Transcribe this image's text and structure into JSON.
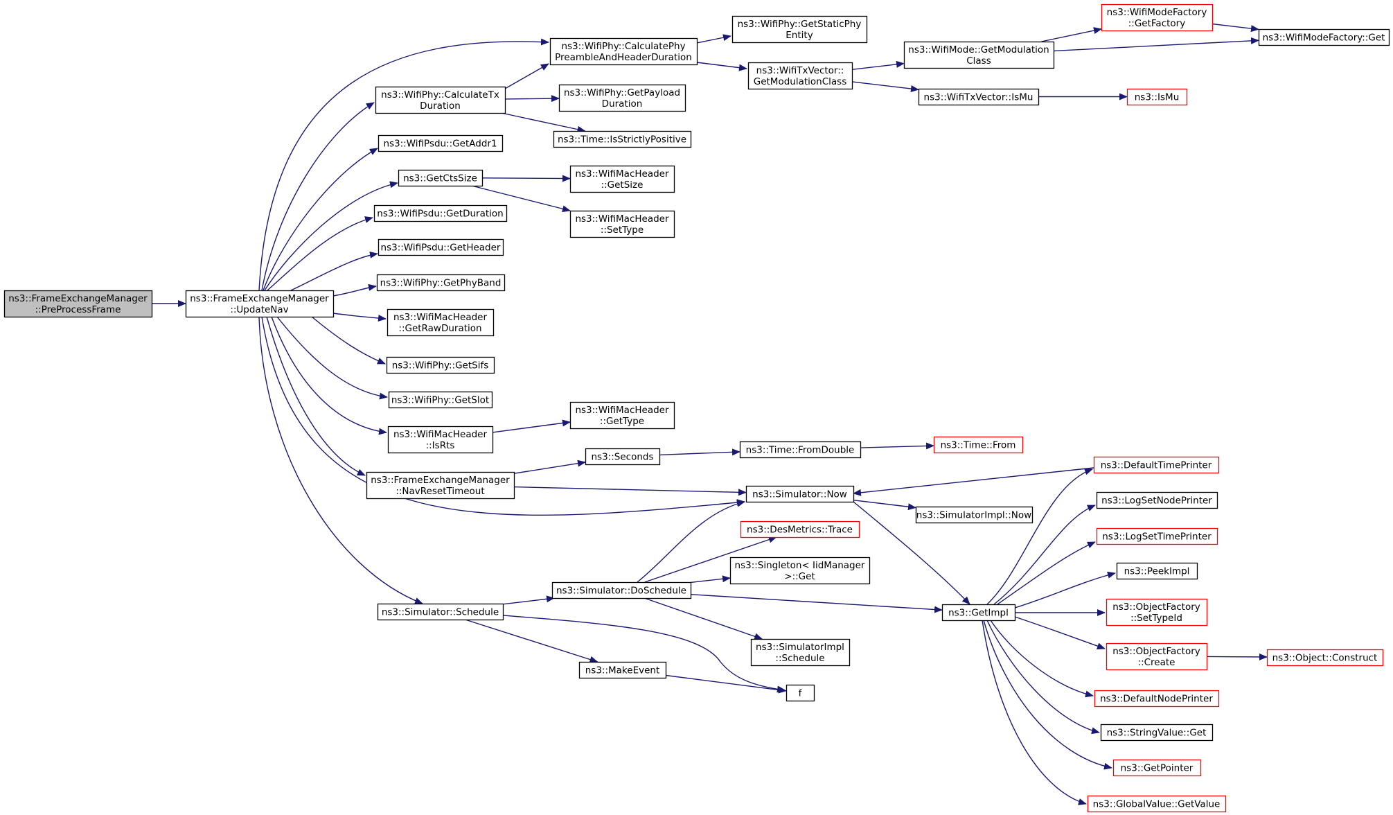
{
  "colors": {
    "edge": "#191970",
    "node_border": "#000000",
    "node_border_truncated": "#ff0000",
    "root_fill": "#bfbfbf",
    "node_fill": "#ffffff",
    "text": "#000000"
  },
  "nodes": [
    {
      "id": "preprocess",
      "lines": [
        "ns3::FrameExchangeManager",
        "::PreProcessFrame"
      ],
      "style": "root"
    },
    {
      "id": "updatenav",
      "lines": [
        "ns3::FrameExchangeManager",
        "::UpdateNav"
      ],
      "style": "normal"
    },
    {
      "id": "calcphy",
      "lines": [
        "ns3::WifiPhy::CalculatePhy",
        "PreambleAndHeaderDuration"
      ],
      "style": "normal"
    },
    {
      "id": "calctx",
      "lines": [
        "ns3::WifiPhy::CalculateTx",
        "Duration"
      ],
      "style": "normal"
    },
    {
      "id": "addr1",
      "lines": [
        "ns3::WifiPsdu::GetAddr1"
      ],
      "style": "normal"
    },
    {
      "id": "ctssize",
      "lines": [
        "ns3::GetCtsSize"
      ],
      "style": "normal"
    },
    {
      "id": "psdudur",
      "lines": [
        "ns3::WifiPsdu::GetDuration"
      ],
      "style": "normal"
    },
    {
      "id": "psduhdr",
      "lines": [
        "ns3::WifiPsdu::GetHeader"
      ],
      "style": "normal"
    },
    {
      "id": "phyband",
      "lines": [
        "ns3::WifiPhy::GetPhyBand"
      ],
      "style": "normal"
    },
    {
      "id": "rawdur",
      "lines": [
        "ns3::WifiMacHeader",
        "::GetRawDuration"
      ],
      "style": "normal"
    },
    {
      "id": "sifs",
      "lines": [
        "ns3::WifiPhy::GetSifs"
      ],
      "style": "normal"
    },
    {
      "id": "slot",
      "lines": [
        "ns3::WifiPhy::GetSlot"
      ],
      "style": "normal"
    },
    {
      "id": "isrts",
      "lines": [
        "ns3::WifiMacHeader",
        "::IsRts"
      ],
      "style": "normal"
    },
    {
      "id": "navreset",
      "lines": [
        "ns3::FrameExchangeManager",
        "::NavResetTimeout"
      ],
      "style": "normal"
    },
    {
      "id": "schedule",
      "lines": [
        "ns3::Simulator::Schedule"
      ],
      "style": "normal"
    },
    {
      "id": "staticphy",
      "lines": [
        "ns3::WifiPhy::GetStaticPhy",
        "Entity"
      ],
      "style": "normal"
    },
    {
      "id": "txvec",
      "lines": [
        "ns3::WifiTxVector::",
        "GetModulationClass"
      ],
      "style": "normal"
    },
    {
      "id": "payload",
      "lines": [
        "ns3::WifiPhy::GetPayload",
        "Duration"
      ],
      "style": "normal"
    },
    {
      "id": "strictpos",
      "lines": [
        "ns3::Time::IsStrictlyPositive"
      ],
      "style": "normal"
    },
    {
      "id": "wmhsize",
      "lines": [
        "ns3::WifiMacHeader",
        "::GetSize"
      ],
      "style": "normal"
    },
    {
      "id": "wmhsettype",
      "lines": [
        "ns3::WifiMacHeader",
        "::SetType"
      ],
      "style": "normal"
    },
    {
      "id": "wmhgettype",
      "lines": [
        "ns3::WifiMacHeader",
        "::GetType"
      ],
      "style": "normal"
    },
    {
      "id": "seconds",
      "lines": [
        "ns3::Seconds"
      ],
      "style": "normal"
    },
    {
      "id": "simnow",
      "lines": [
        "ns3::Simulator::Now"
      ],
      "style": "normal"
    },
    {
      "id": "doschedule",
      "lines": [
        "ns3::Simulator::DoSchedule"
      ],
      "style": "normal"
    },
    {
      "id": "makeevent",
      "lines": [
        "ns3::MakeEvent"
      ],
      "style": "normal"
    },
    {
      "id": "modemod",
      "lines": [
        "ns3::WifiMode::GetModulation",
        "Class"
      ],
      "style": "normal"
    },
    {
      "id": "txvecismu",
      "lines": [
        "ns3::WifiTxVector::IsMu"
      ],
      "style": "normal"
    },
    {
      "id": "fromdouble",
      "lines": [
        "ns3::Time::FromDouble"
      ],
      "style": "normal"
    },
    {
      "id": "simimplnow",
      "lines": [
        "ns3::SimulatorImpl::Now"
      ],
      "style": "normal"
    },
    {
      "id": "desmetrics",
      "lines": [
        "ns3::DesMetrics::Trace"
      ],
      "style": "truncated"
    },
    {
      "id": "singleton",
      "lines": [
        "ns3::Singleton< IidManager",
        " >::Get"
      ],
      "style": "normal"
    },
    {
      "id": "getimpl",
      "lines": [
        "ns3::GetImpl"
      ],
      "style": "normal"
    },
    {
      "id": "simimplsched",
      "lines": [
        "ns3::SimulatorImpl",
        "::Schedule"
      ],
      "style": "normal"
    },
    {
      "id": "f",
      "lines": [
        "f"
      ],
      "style": "normal"
    },
    {
      "id": "modefactory",
      "lines": [
        "ns3::WifiModeFactory",
        "::GetFactory"
      ],
      "style": "truncated"
    },
    {
      "id": "modefactoryget",
      "lines": [
        "ns3::WifiModeFactory::Get"
      ],
      "style": "normal"
    },
    {
      "id": "ismu",
      "lines": [
        "ns3::IsMu"
      ],
      "style": "truncated"
    },
    {
      "id": "timefrom",
      "lines": [
        "ns3::Time::From"
      ],
      "style": "truncated"
    },
    {
      "id": "defaulttimeprinter",
      "lines": [
        "ns3::DefaultTimePrinter"
      ],
      "style": "truncated"
    },
    {
      "id": "logsetnode",
      "lines": [
        "ns3::LogSetNodePrinter"
      ],
      "style": "normal"
    },
    {
      "id": "logsettime",
      "lines": [
        "ns3::LogSetTimePrinter"
      ],
      "style": "truncated"
    },
    {
      "id": "peekimpl",
      "lines": [
        "ns3::PeekImpl"
      ],
      "style": "normal"
    },
    {
      "id": "ofsettypeid",
      "lines": [
        "ns3::ObjectFactory",
        "::SetTypeId"
      ],
      "style": "truncated"
    },
    {
      "id": "ofcreate",
      "lines": [
        "ns3::ObjectFactory",
        "::Create"
      ],
      "style": "truncated"
    },
    {
      "id": "objconstruct",
      "lines": [
        "ns3::Object::Construct"
      ],
      "style": "truncated"
    },
    {
      "id": "defaultnodeprinter",
      "lines": [
        "ns3::DefaultNodePrinter"
      ],
      "style": "truncated"
    },
    {
      "id": "stringvalueget",
      "lines": [
        "ns3::StringValue::Get"
      ],
      "style": "normal"
    },
    {
      "id": "getpointer",
      "lines": [
        "ns3::GetPointer"
      ],
      "style": "truncated"
    },
    {
      "id": "globalvalueget",
      "lines": [
        "ns3::GlobalValue::GetValue"
      ],
      "style": "truncated"
    }
  ],
  "edges": [
    [
      "preprocess",
      "updatenav"
    ],
    [
      "updatenav",
      "calcphy"
    ],
    [
      "updatenav",
      "calctx"
    ],
    [
      "updatenav",
      "addr1"
    ],
    [
      "updatenav",
      "ctssize"
    ],
    [
      "updatenav",
      "psdudur"
    ],
    [
      "updatenav",
      "psduhdr"
    ],
    [
      "updatenav",
      "phyband"
    ],
    [
      "updatenav",
      "rawdur"
    ],
    [
      "updatenav",
      "sifs"
    ],
    [
      "updatenav",
      "slot"
    ],
    [
      "updatenav",
      "isrts"
    ],
    [
      "updatenav",
      "navreset"
    ],
    [
      "updatenav",
      "simnow"
    ],
    [
      "updatenav",
      "schedule"
    ],
    [
      "calcphy",
      "staticphy"
    ],
    [
      "calcphy",
      "txvec"
    ],
    [
      "calctx",
      "calcphy"
    ],
    [
      "calctx",
      "payload"
    ],
    [
      "calctx",
      "strictpos"
    ],
    [
      "ctssize",
      "wmhsize"
    ],
    [
      "ctssize",
      "wmhsettype"
    ],
    [
      "isrts",
      "wmhgettype"
    ],
    [
      "navreset",
      "seconds"
    ],
    [
      "navreset",
      "simnow"
    ],
    [
      "schedule",
      "doschedule"
    ],
    [
      "schedule",
      "makeevent"
    ],
    [
      "schedule",
      "f"
    ],
    [
      "txvec",
      "modemod"
    ],
    [
      "txvec",
      "txvecismu"
    ],
    [
      "modemod",
      "modefactory"
    ],
    [
      "modemod",
      "modefactoryget"
    ],
    [
      "modefactory",
      "modefactoryget"
    ],
    [
      "txvecismu",
      "ismu"
    ],
    [
      "seconds",
      "fromdouble"
    ],
    [
      "fromdouble",
      "timefrom"
    ],
    [
      "simnow",
      "simimplnow"
    ],
    [
      "simnow",
      "getimpl"
    ],
    [
      "doschedule",
      "simnow"
    ],
    [
      "doschedule",
      "desmetrics"
    ],
    [
      "doschedule",
      "singleton"
    ],
    [
      "doschedule",
      "getimpl"
    ],
    [
      "doschedule",
      "simimplsched"
    ],
    [
      "makeevent",
      "f"
    ],
    [
      "defaulttimeprinter",
      "simnow"
    ],
    [
      "getimpl",
      "defaulttimeprinter"
    ],
    [
      "getimpl",
      "logsetnode"
    ],
    [
      "getimpl",
      "logsettime"
    ],
    [
      "getimpl",
      "peekimpl"
    ],
    [
      "getimpl",
      "ofsettypeid"
    ],
    [
      "getimpl",
      "ofcreate"
    ],
    [
      "getimpl",
      "defaultnodeprinter"
    ],
    [
      "getimpl",
      "stringvalueget"
    ],
    [
      "getimpl",
      "getpointer"
    ],
    [
      "getimpl",
      "globalvalueget"
    ],
    [
      "ofcreate",
      "objconstruct"
    ]
  ]
}
